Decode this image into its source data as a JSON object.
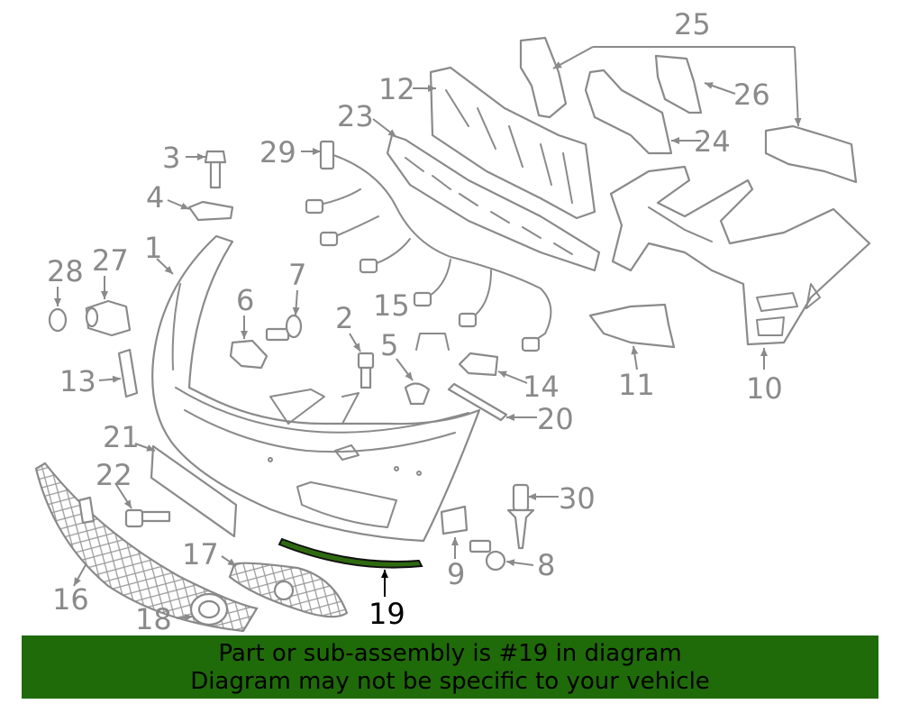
{
  "colors": {
    "line": "#8a8a8a",
    "highlight_part": "#2e6b10",
    "banner_bg": "#1f6b09",
    "banner_text": "#000000"
  },
  "callouts": [
    "1",
    "2",
    "3",
    "4",
    "5",
    "6",
    "7",
    "8",
    "9",
    "10",
    "11",
    "12",
    "13",
    "14",
    "15",
    "16",
    "17",
    "18",
    "19",
    "20",
    "21",
    "22",
    "23",
    "24",
    "25",
    "26",
    "27",
    "28",
    "29",
    "30"
  ],
  "highlighted_callout": "19",
  "banner": {
    "line1": "Part or sub-assembly is #19 in diagram",
    "line2": "Diagram may not be specific to your vehicle"
  }
}
